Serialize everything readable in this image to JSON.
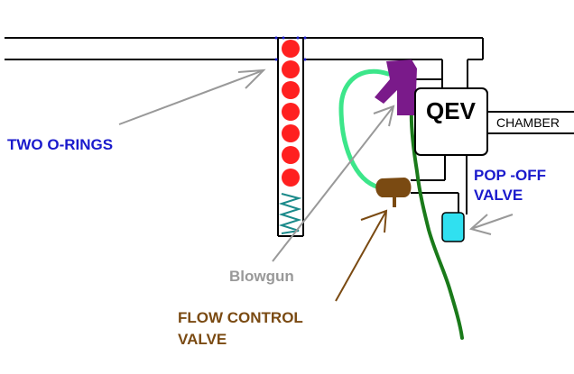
{
  "labels": {
    "qev": "QEV",
    "chamber": "CHAMBER",
    "two_o_rings": "TWO O-RINGS",
    "pop_off_line1": "POP -OFF",
    "pop_off_line2": "VALVE",
    "blowgun": "Blowgun",
    "flow_control_line1": "FLOW CONTROL",
    "flow_control_line2": "VALVE"
  },
  "colors": {
    "outline": "#000000",
    "o_rings": "#ff2020",
    "spring": "#1a8a8a",
    "pointer_gray": "#999999",
    "pointer_brown": "#7a4a12",
    "blowgun_body": "#7a1a8a",
    "blowgun_hose": "#3ce68a",
    "ground_line": "#1a7a1a",
    "flow_valve": "#7a4a12",
    "pop_off_valve": "#30e0f0",
    "label_blue": "#1a1acc"
  }
}
